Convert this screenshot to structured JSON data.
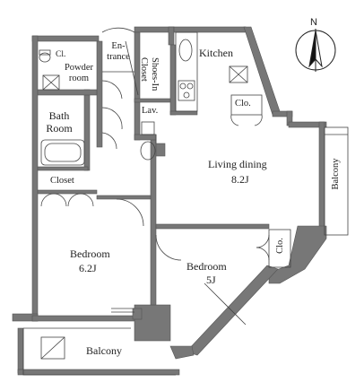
{
  "rooms": {
    "entrance": "En-\ntrance",
    "kitchen": "Kitchen",
    "powder_room": "Powder\nroom",
    "shoes_in_closet": "Shoes-In\nCloset",
    "bath_room": "Bath\nRoom",
    "lav": "Lav.",
    "clo_kitchen": "Clo.",
    "living_dining": "Living dining",
    "living_dining_size": "8.2J",
    "balcony_right": "Balcony",
    "closet": "Closet",
    "clo_bedroom": "Clo.",
    "bedroom_left": "Bedroom",
    "bedroom_left_size": "6.2J",
    "bedroom_right": "Bedroom",
    "bedroom_right_size": "5J",
    "balcony_bottom": "Balcony",
    "cl_mark": "Cl."
  },
  "compass": {
    "label": "N"
  }
}
